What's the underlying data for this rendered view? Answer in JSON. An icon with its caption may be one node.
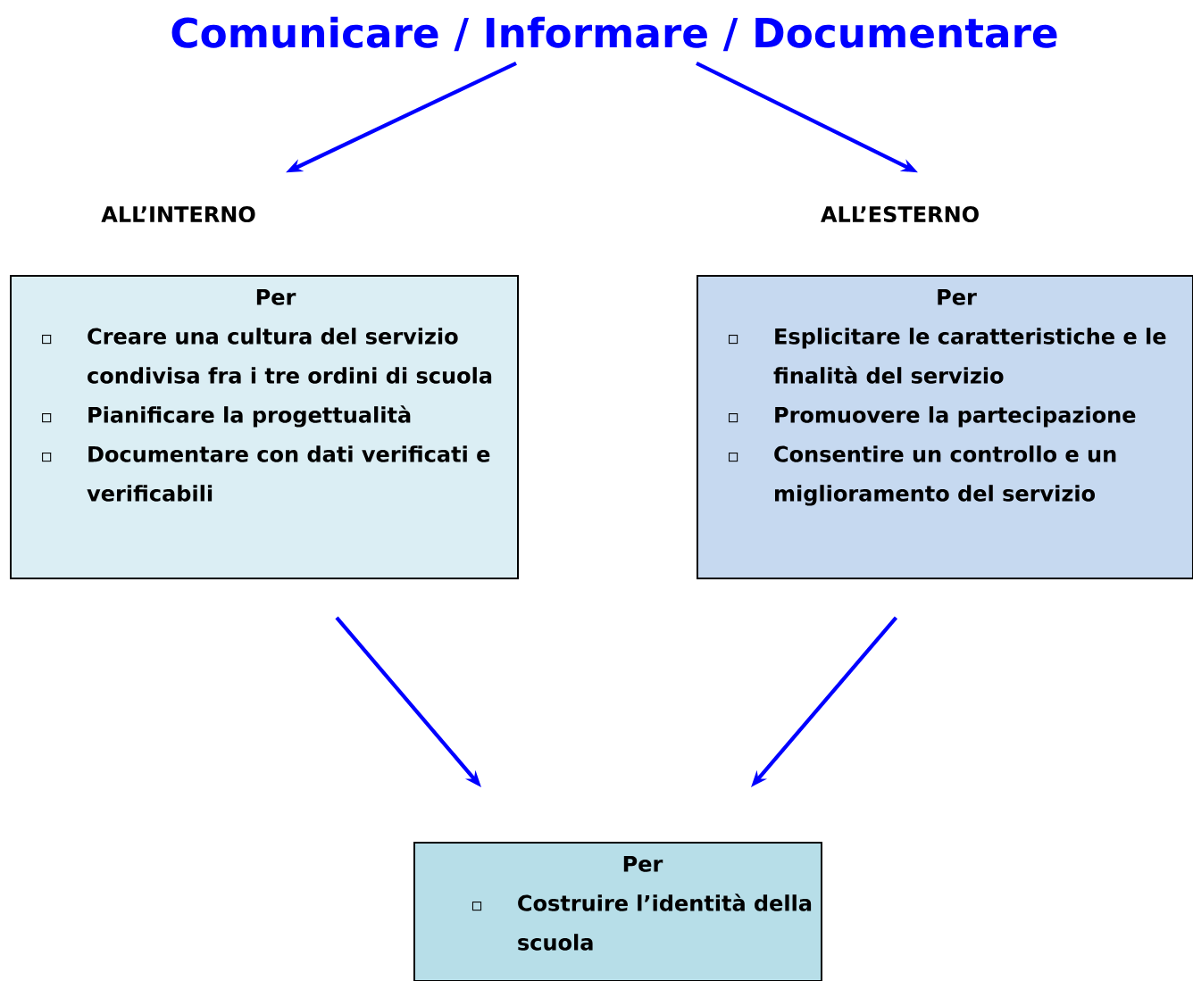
{
  "diagram": {
    "nodes": [
      {
        "text": [
          "Comunicare / Informare / Documentare"
        ]
      },
      {
        "text": [
          "ALL’INTERNO"
        ]
      },
      {
        "text": [
          "ALL’ESTERNO"
        ]
      },
      {
        "text": [
          "Per",
          "Creare una cultura del servizio condivisa fra i tre ordini di scuola",
          "Pianificare la progettualità",
          "Documentare con dati verificati e verificabili"
        ]
      },
      {
        "text": [
          "Per",
          "Esplicitare le caratteristiche e le finalità del servizio",
          "Promuovere la partecipazione",
          "Consentire un controllo e un miglioramento del servizio"
        ]
      },
      {
        "text": [
          "Per",
          "Costruire l’identità della scuola"
        ]
      }
    ],
    "edges": [
      {
        "from": 0,
        "to": 1,
        "arrow": "to"
      },
      {
        "from": 0,
        "to": 2,
        "arrow": "to"
      },
      {
        "from": 3,
        "to": 5,
        "arrow": "to"
      },
      {
        "from": 4,
        "to": 5,
        "arrow": "to"
      }
    ]
  }
}
